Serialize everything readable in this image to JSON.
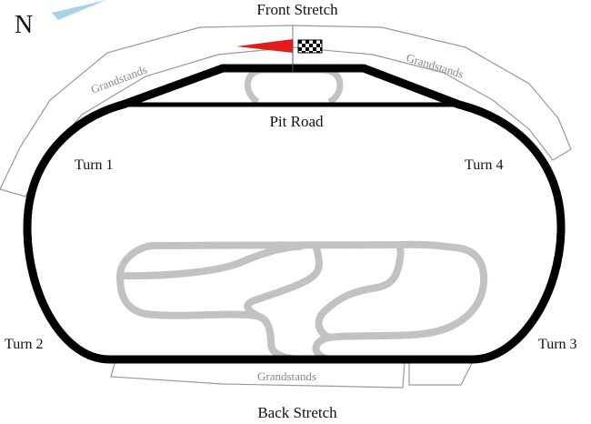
{
  "compass": {
    "label": "N",
    "pointer_color": "#a9d3ea"
  },
  "labels": {
    "front_stretch": "Front Stretch",
    "back_stretch": "Back Stretch",
    "pit_road": "Pit Road",
    "turn_1": "Turn 1",
    "turn_2": "Turn 2",
    "turn_3": "Turn 3",
    "turn_4": "Turn 4"
  },
  "grandstands": {
    "front_left": "Grandstands",
    "front_right": "Grandstands",
    "back": "Grandstands"
  },
  "start_finish": {
    "flag_color": "#e21b1b",
    "checkered_colors": [
      "#000000",
      "#ffffff"
    ]
  },
  "colors": {
    "track": "#000000",
    "infield_course": "#c2c2c2",
    "stand_outline": "#999999"
  }
}
